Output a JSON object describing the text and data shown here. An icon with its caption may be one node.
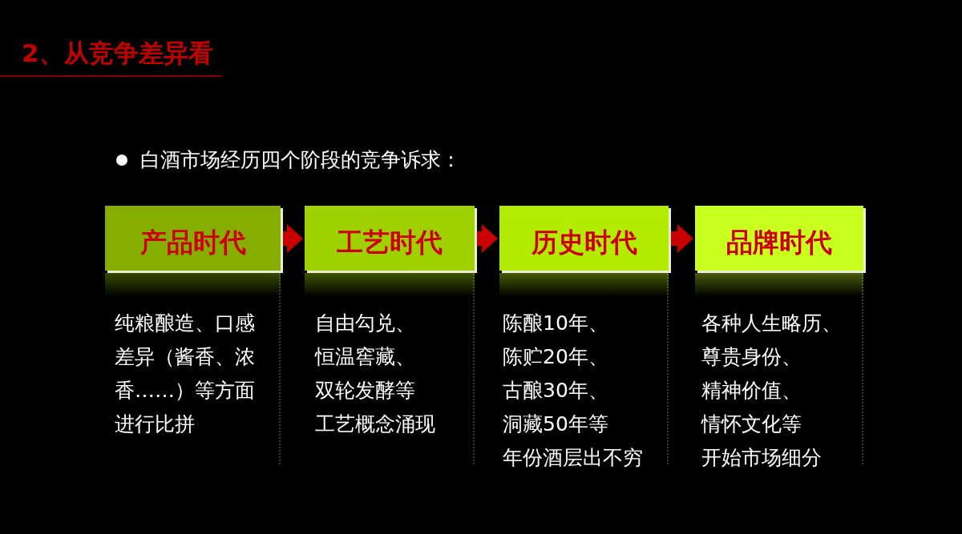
{
  "diagram": {
    "title": "2、从竞争差异看",
    "nodes": [
      {
        "text": [
          "产品时代"
        ],
        "beside": [
          "纯粮酿造、口感差异（酱香、浓香……）等方面进行比拼"
        ]
      },
      {
        "text": [
          "工艺时代"
        ],
        "beside": [
          "自由勾兑、恒温窖藏、双轮发酵等工艺概念涌现"
        ]
      },
      {
        "text": [
          "历史时代"
        ],
        "beside": [
          "陈酿10年、陈贮20年、古酿30年、洞藏50年等年份酒层出不穷"
        ]
      },
      {
        "text": [
          "品牌时代"
        ],
        "beside": [
          "各种人生略历、尊贵身份、精神价值、情怀文化等开始市场细分"
        ]
      }
    ],
    "edges": [
      {
        "from": 0,
        "to": 1,
        "arrow": "to"
      },
      {
        "from": 1,
        "to": 2,
        "arrow": "to"
      },
      {
        "from": 2,
        "to": 3,
        "arrow": "to"
      }
    ],
    "labels": [
      "白酒市场经历四个阶段的竞争诉求："
    ]
  }
}
